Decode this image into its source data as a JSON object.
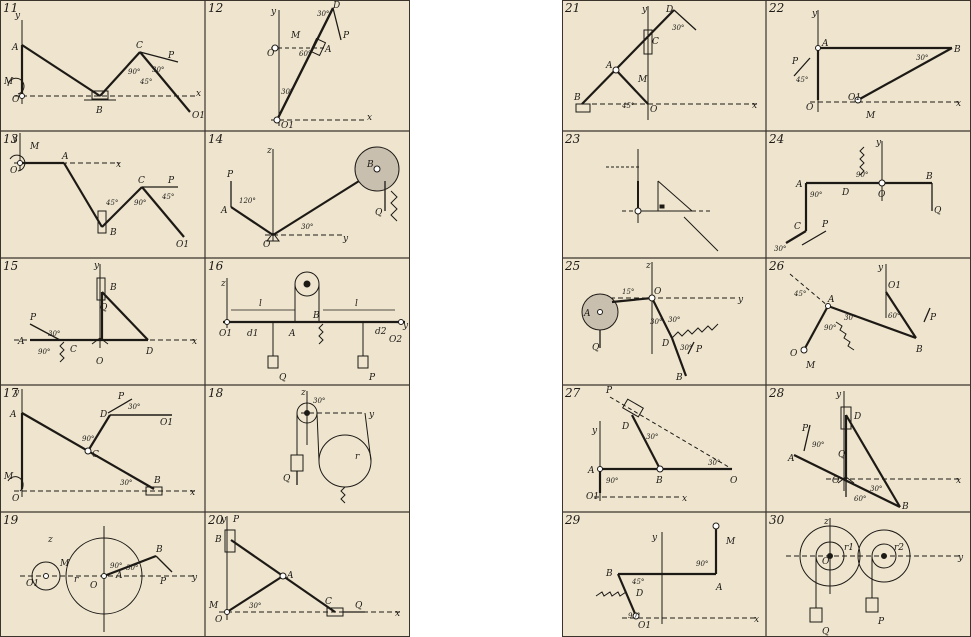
{
  "colors": {
    "paper": "#efe5cf",
    "ink": "#1d1a16",
    "grid": "#3a342c"
  },
  "problems": [
    {
      "id": "p11",
      "number": "11",
      "labels": {
        "y": "y",
        "a": "A",
        "m": "M",
        "o": "O",
        "b": "B",
        "c": "C",
        "p": "P",
        "x": "x",
        "o1": "O1",
        "ang1": "90°",
        "ang2": "45°",
        "ang3": "30°"
      }
    },
    {
      "id": "p12",
      "number": "12",
      "labels": {
        "y": "y",
        "d": "D",
        "m": "M",
        "o": "O",
        "a": "A",
        "p": "P",
        "o1": "O1",
        "x": "x",
        "ang1": "30°",
        "ang2": "60°",
        "ang3": "30°"
      }
    },
    {
      "id": "p13",
      "number": "13",
      "labels": {
        "y": "y",
        "m": "M",
        "o": "O",
        "a": "A",
        "x": "x",
        "c": "C",
        "p": "P",
        "b": "B",
        "o1": "O1",
        "ang1": "45°",
        "ang2": "90°",
        "ang3": "45°"
      }
    },
    {
      "id": "p14",
      "number": "14",
      "labels": {
        "z": "z",
        "p": "P",
        "a": "A",
        "b": "B",
        "q": "Q",
        "o": "O",
        "y": "y",
        "ang1": "120°",
        "ang2": "30°"
      }
    },
    {
      "id": "p15",
      "number": "15",
      "labels": {
        "y": "y",
        "b": "B",
        "q": "Q",
        "p": "P",
        "a": "A",
        "c": "C",
        "o": "O",
        "d": "D",
        "x": "x",
        "ang1": "30°",
        "ang2": "90°"
      }
    },
    {
      "id": "p16",
      "number": "16",
      "labels": {
        "z": "z",
        "l1": "l",
        "l2": "l",
        "b": "B",
        "a": "A",
        "d1": "d1",
        "d2": "d2",
        "o1": "O1",
        "o2": "O2",
        "y": "y",
        "q": "Q",
        "p": "P"
      }
    },
    {
      "id": "p17",
      "number": "17",
      "labels": {
        "y": "y",
        "a": "A",
        "p": "P",
        "d": "D",
        "o1": "O1",
        "c": "C",
        "m": "M",
        "o": "O",
        "b": "B",
        "x": "x",
        "ang1": "30°",
        "ang2": "90°",
        "ang3": "30°"
      }
    },
    {
      "id": "p18",
      "number": "18",
      "labels": {
        "z": "z",
        "y": "y",
        "r": "r",
        "q": "Q",
        "ang": "30°"
      }
    },
    {
      "id": "p19",
      "number": "19",
      "labels": {
        "z": "z",
        "o1": "O1",
        "m": "M",
        "r": "r",
        "o": "O",
        "a": "A",
        "b": "B",
        "p": "P",
        "y": "y",
        "ang1": "90°",
        "ang2": "30°"
      }
    },
    {
      "id": "p20",
      "number": "20",
      "labels": {
        "y": "y",
        "p": "P",
        "b": "B",
        "a": "A",
        "m": "M",
        "o": "O",
        "c": "C",
        "q": "Q",
        "x": "x",
        "ang": "30°"
      }
    },
    {
      "id": "p21",
      "number": "21",
      "labels": {
        "y": "y",
        "d": "D",
        "c": "C",
        "a": "A",
        "m": "M",
        "b": "B",
        "o": "O",
        "x": "x",
        "ang1": "30°",
        "ang2": "45°"
      }
    },
    {
      "id": "p22",
      "number": "22",
      "labels": {
        "y": "y",
        "a": "A",
        "b": "B",
        "p": "P",
        "o": "O",
        "o1": "O1",
        "m": "M",
        "x": "x",
        "ang1": "45°",
        "ang2": "30°"
      }
    },
    {
      "id": "p23",
      "number": "23",
      "labels": {}
    },
    {
      "id": "p24",
      "number": "24",
      "labels": {
        "y": "y",
        "a": "A",
        "d": "D",
        "o": "O",
        "b": "B",
        "c": "C",
        "p": "P",
        "q": "Q",
        "ang1": "90°",
        "ang2": "90°",
        "ang3": "30°"
      }
    },
    {
      "id": "p25",
      "number": "25",
      "labels": {
        "z": "z",
        "a": "A",
        "q": "Q",
        "o": "O",
        "y": "y",
        "d": "D",
        "b": "B",
        "p": "P",
        "ang1": "15°",
        "ang2": "30°",
        "ang3": "30°",
        "ang4": "30°"
      }
    },
    {
      "id": "p26",
      "number": "26",
      "labels": {
        "y": "y",
        "o1": "O1",
        "a": "A",
        "b": "B",
        "p": "P",
        "o": "O",
        "m": "M",
        "ang1": "45°",
        "ang2": "90°",
        "ang3": "60°",
        "ang4": "30°"
      }
    },
    {
      "id": "p27",
      "number": "27",
      "labels": {
        "p": "P",
        "d": "D",
        "y": "y",
        "a": "A",
        "b": "B",
        "o": "O",
        "o1": "O1",
        "x": "x",
        "ang1": "30°",
        "ang2": "30°",
        "ang3": "90°"
      }
    },
    {
      "id": "p28",
      "number": "28",
      "labels": {
        "y": "y",
        "d": "D",
        "p": "P",
        "a": "A",
        "q": "Q",
        "o": "O",
        "b": "B",
        "x": "x",
        "ang1": "90°",
        "ang2": "30°",
        "ang3": "60°"
      }
    },
    {
      "id": "p29",
      "number": "29",
      "labels": {
        "y": "y",
        "m": "M",
        "b": "B",
        "a": "A",
        "d": "D",
        "o1": "O1",
        "x": "x",
        "ang1": "90°",
        "ang2": "45°",
        "ang3": "90°"
      }
    },
    {
      "id": "p30",
      "number": "30",
      "labels": {
        "z": "z",
        "o": "O",
        "r1": "r1",
        "r2": "r2",
        "q": "Q",
        "p": "P",
        "y": "y"
      }
    }
  ]
}
